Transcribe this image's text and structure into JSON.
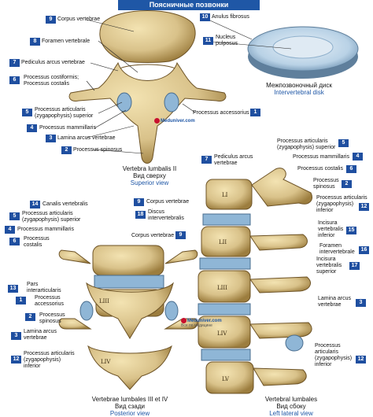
{
  "title": "Поясничные позвонки",
  "superior": {
    "caption_ru": "Vertebra lumbalis II\nВид сверху",
    "caption_en": "Superior view",
    "labels": [
      {
        "n": "9",
        "text": "Corpus vertebrae"
      },
      {
        "n": "8",
        "text": "Foramen vertebrale"
      },
      {
        "n": "7",
        "text": "Pediculus arcus vertebrae"
      },
      {
        "n": "6",
        "text": "Processus costiformis;\nProcessus costalis"
      },
      {
        "n": "5",
        "text": "Processus articularis\n(zygapophysis) superior"
      },
      {
        "n": "4",
        "text": "Processus mammillaris"
      },
      {
        "n": "3",
        "text": "Lamina arcus vertebrae"
      },
      {
        "n": "2",
        "text": "Processus spinosus"
      },
      {
        "n": "1",
        "text": "Processus accessorius"
      }
    ]
  },
  "disc": {
    "caption_ru": "Межпозвоночный диск",
    "caption_en": "Intervertebral disk",
    "labels": [
      {
        "n": "10",
        "text": "Anulus fibrosus"
      },
      {
        "n": "11",
        "text": "Nucleus\npulposus"
      }
    ]
  },
  "posterior": {
    "caption_ru": "Vertebrae lumbales III et IV\nВид сзади",
    "caption_en": "Posterior view",
    "labels": [
      {
        "n": "14",
        "text": "Canalis vertebralis"
      },
      {
        "n": "5",
        "text": "Processus articularis\n(zygapophysis) superior"
      },
      {
        "n": "4",
        "text": "Processus mammillaris"
      },
      {
        "n": "6",
        "text": "Processus\ncostalis"
      },
      {
        "n": "9",
        "text": "Corpus vertebrae"
      },
      {
        "n": "13",
        "text": "Pars\ninterarticularis"
      },
      {
        "n": "1",
        "text": "Processus\naccessorius"
      },
      {
        "n": "2",
        "text": "Processus\nspinosus"
      },
      {
        "n": "3",
        "text": "Lamina arcus\nvertebrae"
      },
      {
        "n": "12",
        "text": "Processus articularis\n(zygapophysis)\ninferior"
      }
    ],
    "vertebra_marks": [
      "LIII",
      "LIV"
    ]
  },
  "lateral": {
    "caption_ru": "Vertebral lumbales\nВид сбоку",
    "caption_en": "Left lateral view",
    "labels": [
      {
        "n": "7",
        "text": "Pediculus arcus\nvertebrae"
      },
      {
        "n": "5",
        "text": "Processus articularis\n(zygapophysis) superior"
      },
      {
        "n": "4",
        "text": "Processus mammillaris"
      },
      {
        "n": "6",
        "text": "Processus costalis"
      },
      {
        "n": "2",
        "text": "Processus\nspinosus"
      },
      {
        "n": "9",
        "text": "Corpus vertebrae"
      },
      {
        "n": "18",
        "text": "Discus\nintervertebralis"
      },
      {
        "n": "12",
        "text": "Processus articularis\n(zygapophysis)\ninferior"
      },
      {
        "n": "15",
        "text": "Incisura\nvertebralis\ninferior"
      },
      {
        "n": "16",
        "text": "Foramen\nintervertebrale"
      },
      {
        "n": "17",
        "text": "Incisura\nvertebralis\nsuperior"
      },
      {
        "n": "3",
        "text": "Lamina arcus\nvertebrae"
      },
      {
        "n": "12",
        "text": "Processus\narticularis\n(zygapophysis)\ninferior"
      }
    ],
    "vertebra_marks": [
      "LI",
      "LII",
      "LIII",
      "LIV",
      "LV"
    ]
  },
  "watermark": {
    "text": "Meduniver.com",
    "sub": "Все по медицине"
  },
  "colors": {
    "banner": "#1f57a6",
    "badge": "#1f4fa0",
    "bone": "#d9c28a",
    "bone_dark": "#a8894a",
    "disc": "#8fb6d6",
    "caption_en": "#1f57a6"
  }
}
